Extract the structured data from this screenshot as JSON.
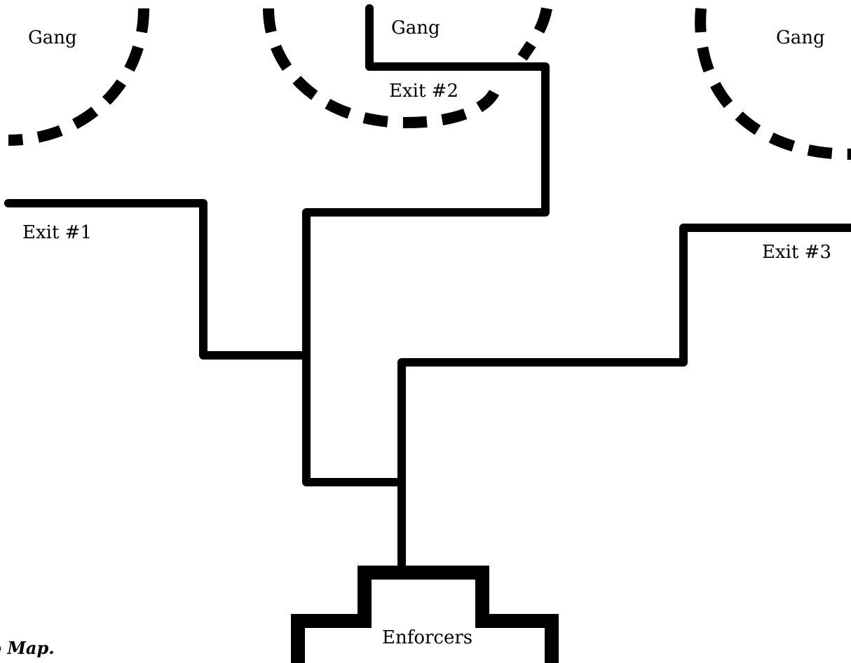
{
  "labels": {
    "gang_left": "Gang",
    "gang_center": "Gang",
    "gang_right": "Gang",
    "exit_1": "Exit #1",
    "exit_2": "Exit #2",
    "exit_3": "Exit #3",
    "enforcers": "Enforcers"
  },
  "caption": "o Map."
}
